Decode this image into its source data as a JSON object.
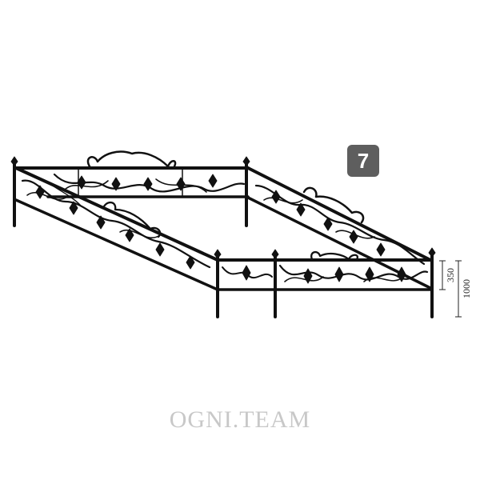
{
  "badge": {
    "number": "7",
    "bg_color": "#5e5e5e",
    "text_color": "#ffffff"
  },
  "dimensions": {
    "small": "350",
    "large": "1000"
  },
  "watermark": {
    "text": "OGNI.TEAM",
    "color": "#c8c8c8"
  },
  "fence": {
    "color": "#111111",
    "description_icon": "wrought-iron-grave-fence-icon"
  }
}
